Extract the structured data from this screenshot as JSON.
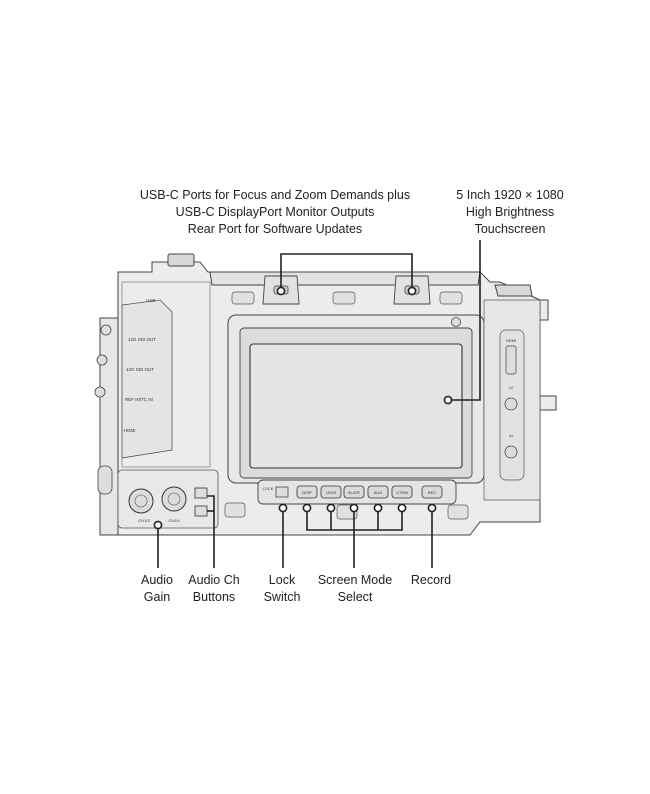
{
  "callouts": {
    "usb_ports": {
      "lines": [
        "USB-C Ports for Focus and Zoom Demands plus",
        "USB-C DisplayPort Monitor Outputs",
        "Rear Port for Software Updates"
      ]
    },
    "touchscreen": {
      "lines": [
        "5 Inch 1920 × 1080",
        "High Brightness",
        "Touchscreen"
      ]
    },
    "audio_gain": {
      "lines": [
        "Audio",
        "Gain"
      ]
    },
    "audio_ch_buttons": {
      "lines": [
        "Audio Ch",
        "Buttons"
      ]
    },
    "lock_switch": {
      "lines": [
        "Lock",
        "Switch"
      ]
    },
    "screen_mode": {
      "lines": [
        "Screen Mode",
        "Select"
      ]
    },
    "record": {
      "lines": [
        "Record"
      ]
    }
  },
  "camera": {
    "side_panel": {
      "usb": "USB",
      "sdi_out_a": "12G SDI OUT",
      "sdi_out_b": "12G SDI OUT",
      "ref_tc_in": "REF IN/TC IN",
      "hdmi_side": "HDMI"
    },
    "knobs": {
      "ch1": "CH1/3",
      "ch2": "CH2/4"
    },
    "lock_label": "LOCK",
    "buttons": [
      "DISP",
      "LENS",
      "SLATE",
      "AUD",
      "CTRM",
      "REC"
    ],
    "right_panel": {
      "hdmi": "HDMI",
      "top": "12",
      "bottom": "AI"
    }
  },
  "colors": {
    "line": "#222222",
    "body_fill": "#ececec",
    "screen_fill": "#e4e4e4"
  }
}
